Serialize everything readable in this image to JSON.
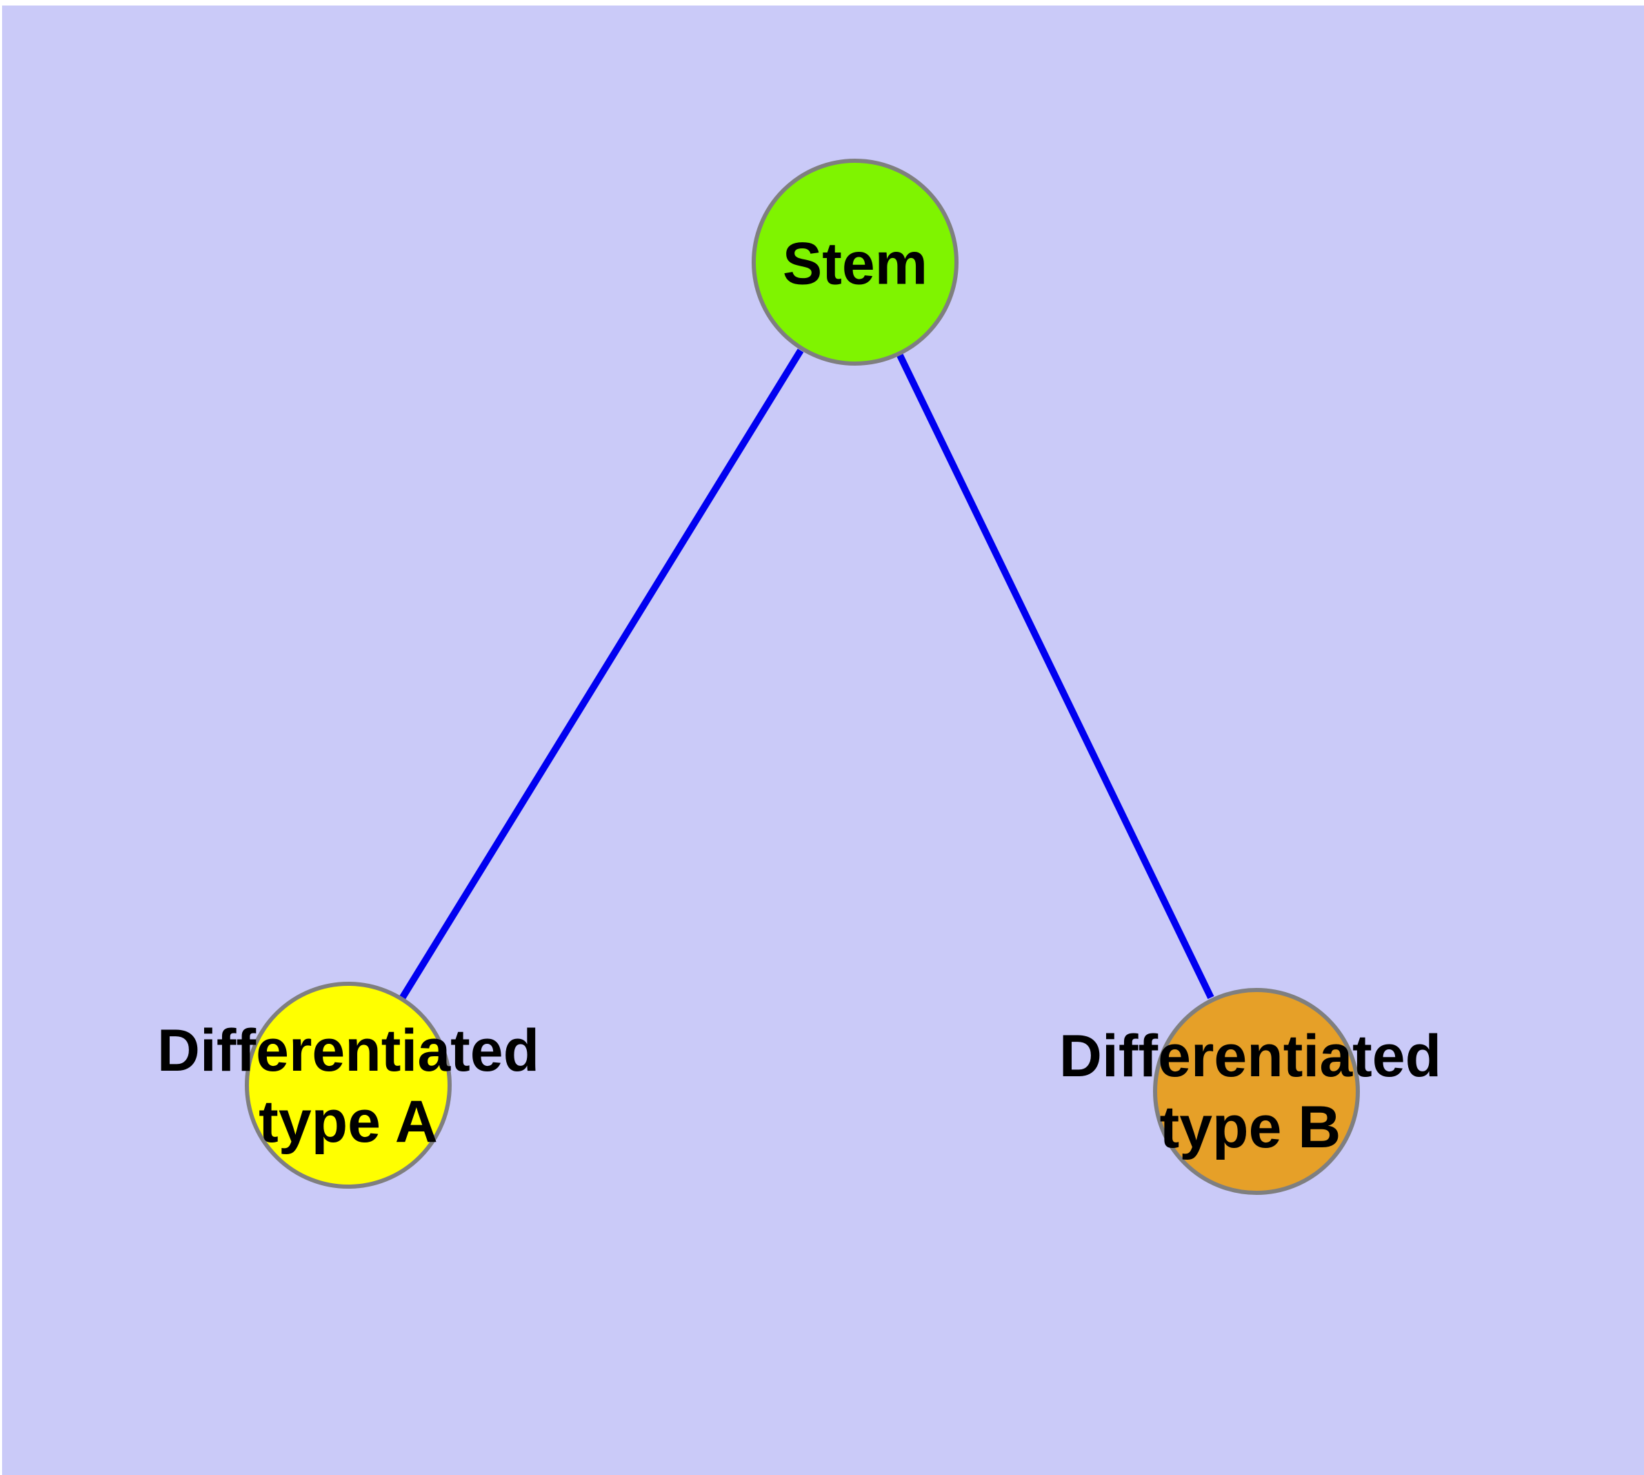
{
  "diagram": {
    "type": "node-edge-graph",
    "description": "Stem cell differentiation diagram with one parent node and two child nodes",
    "nodes": [
      {
        "id": "stem",
        "label": "Stem",
        "shape": "circle",
        "fill": "#7ff400",
        "border": "#7f7f7f",
        "text_color": "#000000"
      },
      {
        "id": "type-a",
        "label": "Differentiated\ntype A",
        "shape": "circle",
        "fill": "#ffff00",
        "border": "#7f7f7f",
        "text_color": "#000000"
      },
      {
        "id": "type-b",
        "label": "Differentiated\ntype B",
        "shape": "circle",
        "fill": "#e6a028",
        "border": "#7f7f7f",
        "text_color": "#000000"
      }
    ],
    "edges": [
      {
        "from": "stem",
        "to": "type-a",
        "color": "#0000f0",
        "style": "solid"
      },
      {
        "from": "stem",
        "to": "type-b",
        "color": "#0000f0",
        "style": "solid"
      }
    ]
  },
  "colors": {
    "background": "#cacaf8",
    "frame": "#ffffff",
    "node-stem": "#7ff400",
    "node-type-a": "#ffff00",
    "node-type-b": "#e6a028",
    "node-border": "#7f7f7f",
    "edge": "#0000f0",
    "label": "#000000"
  }
}
